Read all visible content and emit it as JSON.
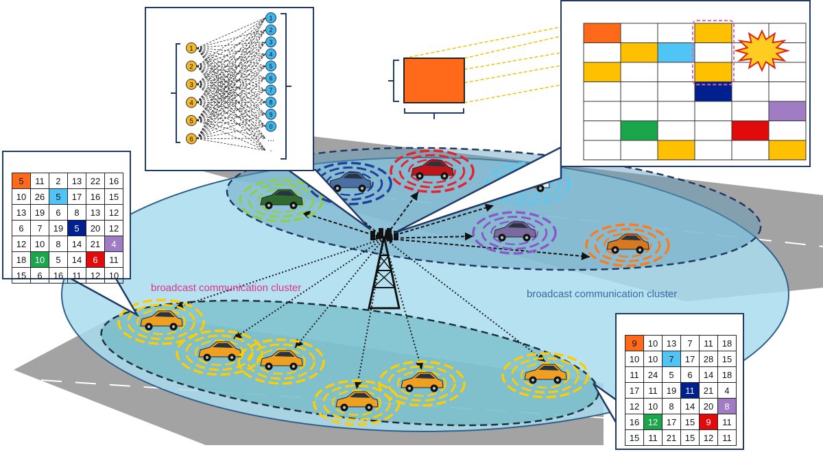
{
  "labels": {
    "cluster_pink": "broadcast communication cluster",
    "cluster_blue": "broadcast communication cluster"
  },
  "colors": {
    "orange": "#ff6a1a",
    "yellow": "#ffc000",
    "sky": "#4fc4f5",
    "navy": "#00208f",
    "purple": "#a07cc5",
    "green": "#1aa64a",
    "red": "#e20b0b",
    "ellipse_fill": "#a8dcef",
    "road": "#9a9a9a",
    "panel_border": "#1f3864",
    "pink_label": "#e0308a",
    "blue_label": "#3a6aa0"
  },
  "left_matrix": {
    "rows": [
      [
        "5",
        "11",
        "2",
        "13",
        "22",
        "16"
      ],
      [
        "10",
        "26",
        "5",
        "17",
        "16",
        "15"
      ],
      [
        "13",
        "19",
        "6",
        "8",
        "13",
        "12"
      ],
      [
        "6",
        "7",
        "19",
        "5",
        "20",
        "12"
      ],
      [
        "12",
        "10",
        "8",
        "14",
        "21",
        "4"
      ],
      [
        "18",
        "10",
        "5",
        "14",
        "6",
        "11"
      ],
      [
        "15",
        "6",
        "16",
        "11",
        "12",
        "10"
      ]
    ],
    "highlights": [
      {
        "row": 0,
        "col": 0,
        "color": "orange"
      },
      {
        "row": 1,
        "col": 2,
        "color": "sky"
      },
      {
        "row": 3,
        "col": 3,
        "color": "navy"
      },
      {
        "row": 4,
        "col": 5,
        "color": "purple"
      },
      {
        "row": 5,
        "col": 1,
        "color": "green"
      },
      {
        "row": 5,
        "col": 4,
        "color": "red"
      }
    ]
  },
  "right_matrix": {
    "rows": [
      [
        "9",
        "10",
        "13",
        "7",
        "11",
        "18"
      ],
      [
        "10",
        "10",
        "7",
        "17",
        "28",
        "15"
      ],
      [
        "11",
        "24",
        "5",
        "6",
        "14",
        "18"
      ],
      [
        "17",
        "11",
        "19",
        "11",
        "21",
        "4"
      ],
      [
        "12",
        "10",
        "8",
        "14",
        "20",
        "8"
      ],
      [
        "16",
        "12",
        "17",
        "15",
        "9",
        "11"
      ],
      [
        "15",
        "11",
        "21",
        "15",
        "12",
        "11"
      ]
    ],
    "highlights": [
      {
        "row": 0,
        "col": 0,
        "color": "orange"
      },
      {
        "row": 1,
        "col": 2,
        "color": "sky"
      },
      {
        "row": 3,
        "col": 3,
        "color": "navy"
      },
      {
        "row": 4,
        "col": 5,
        "color": "purple"
      },
      {
        "row": 5,
        "col": 1,
        "color": "green"
      },
      {
        "row": 5,
        "col": 4,
        "color": "red"
      }
    ]
  },
  "network": {
    "inputs": [
      "1",
      "2",
      "3",
      "4",
      "5",
      "6"
    ],
    "outputs": [
      "1",
      "2",
      "3",
      "4",
      "5",
      "6",
      "7",
      "8",
      "9",
      "0",
      "…",
      "·"
    ]
  },
  "resource_grid": {
    "rows": 7,
    "cols": 6,
    "cells": [
      {
        "row": 0,
        "col": 0,
        "color": "orange"
      },
      {
        "row": 0,
        "col": 3,
        "color": "yellow"
      },
      {
        "row": 1,
        "col": 1,
        "color": "yellow"
      },
      {
        "row": 1,
        "col": 2,
        "color": "sky"
      },
      {
        "row": 2,
        "col": 0,
        "color": "yellow"
      },
      {
        "row": 2,
        "col": 3,
        "color": "yellow"
      },
      {
        "row": 3,
        "col": 3,
        "color": "navy"
      },
      {
        "row": 4,
        "col": 5,
        "color": "purple"
      },
      {
        "row": 5,
        "col": 1,
        "color": "green"
      },
      {
        "row": 5,
        "col": 4,
        "color": "red"
      },
      {
        "row": 6,
        "col": 2,
        "color": "yellow"
      },
      {
        "row": 6,
        "col": 5,
        "color": "yellow"
      }
    ]
  },
  "vehicles": {
    "upper": [
      {
        "name": "green-minivan",
        "color": "#2f6b2f",
        "ring": "#8dd04a"
      },
      {
        "name": "blue-hatchback",
        "color": "#4a6fa5",
        "ring": "#1f3f9c"
      },
      {
        "name": "red-sedan",
        "color": "#c0161a",
        "ring": "#e8202a"
      },
      {
        "name": "police-car",
        "color": "#e8eef6",
        "ring": "#5bc8f2"
      },
      {
        "name": "purple-coupe",
        "color": "#7a6aa0",
        "ring": "#8a58c8"
      },
      {
        "name": "orange-suv",
        "color": "#d9791f",
        "ring": "#ff7a1a"
      }
    ],
    "lower_ring": "#ffcc00",
    "lower_body": "#f0a020"
  }
}
